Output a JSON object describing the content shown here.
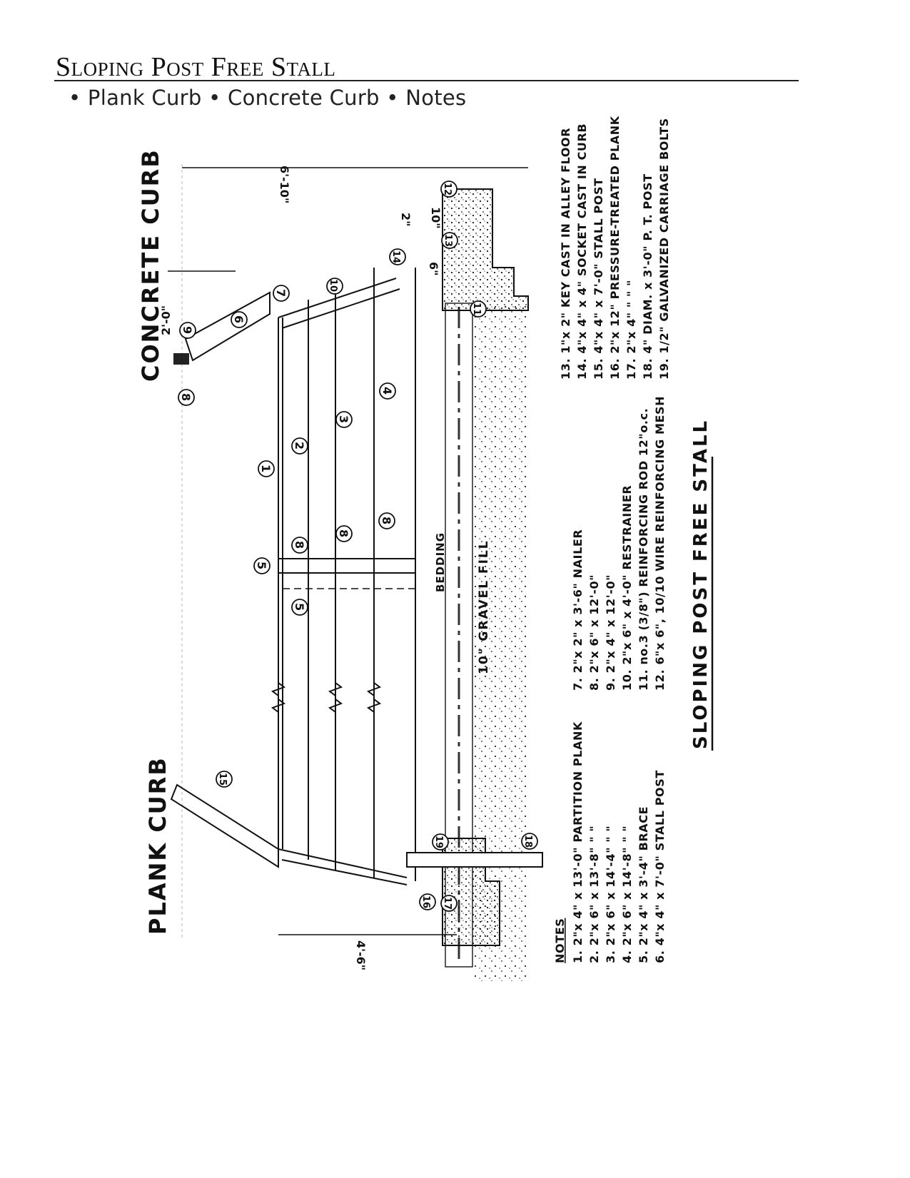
{
  "header": {
    "title": "Sloping Post Free Stall",
    "subtitle": "• Plank Curb • Concrete Curb • Notes"
  },
  "drawing": {
    "concrete_curb_label": "CONCRETE CURB",
    "plank_curb_label": "PLANK CURB",
    "dim_concrete_post": "2'-0\"",
    "dim_concrete_stall": "6'-10\"",
    "dim_plank_stall": "4'-6\"",
    "dim_curb_width": "10\"",
    "dim_curb_step": "2\"",
    "dim_key": "6\"",
    "bedding_label": "BEDDING",
    "gravel_label": "10\" GRAVEL FILL",
    "callouts": [
      "1",
      "2",
      "3",
      "4",
      "5",
      "5",
      "6",
      "7",
      "8",
      "8",
      "8",
      "8",
      "9",
      "10",
      "11",
      "12",
      "13",
      "14",
      "15",
      "16",
      "17",
      "18",
      "19"
    ],
    "drawing_title": "SLOPING POST FREE STALL"
  },
  "notes": {
    "heading": "NOTES",
    "col1": [
      "1.  2\"x 4\" x 13'-0\" PARTITION PLANK",
      "2.  2\"x 6\" x 13'-8\"        \"              \"",
      "3.  2\"x 6\" x 14'-4\"        \"              \"",
      "4.  2\"x 6\" x 14'-8\"        \"              \"",
      "5.  2\"x 4\" x  3'-4\"  BRACE",
      "6.  4\"x 4\" x  7'-0\"  STALL POST"
    ],
    "col2": [
      "7.   2\"x 2\" x 3'-6\" NAILER",
      "8.   2\"x 6\" x 12'-0\"",
      "9.   2\"x 4\" x 12'-0\"",
      "10.  2\"x 6\" x 4'-0\" RESTRAINER",
      "11.  no.3 (3/8\") REINFORCING ROD 12\"o.c.",
      "12.  6\"x 6\", 10/10 WIRE REINFORCING MESH"
    ],
    "col3": [
      "13.  1\"x 2\" KEY CAST IN ALLEY FLOOR",
      "14.  4\"x 4\" x 4\" SOCKET CAST IN CURB",
      "15.  4\"x 4\" x 7'-0\" STALL POST",
      "16.  2\"x 12\" PRESSURE-TREATED PLANK",
      "17.  2\"x 4\"        \"              \"              \"",
      "18.  4\" DIAM. x 3'-0\" P. T. POST",
      "19.  1/2\" GALVANIZED CARRIAGE BOLTS"
    ]
  }
}
